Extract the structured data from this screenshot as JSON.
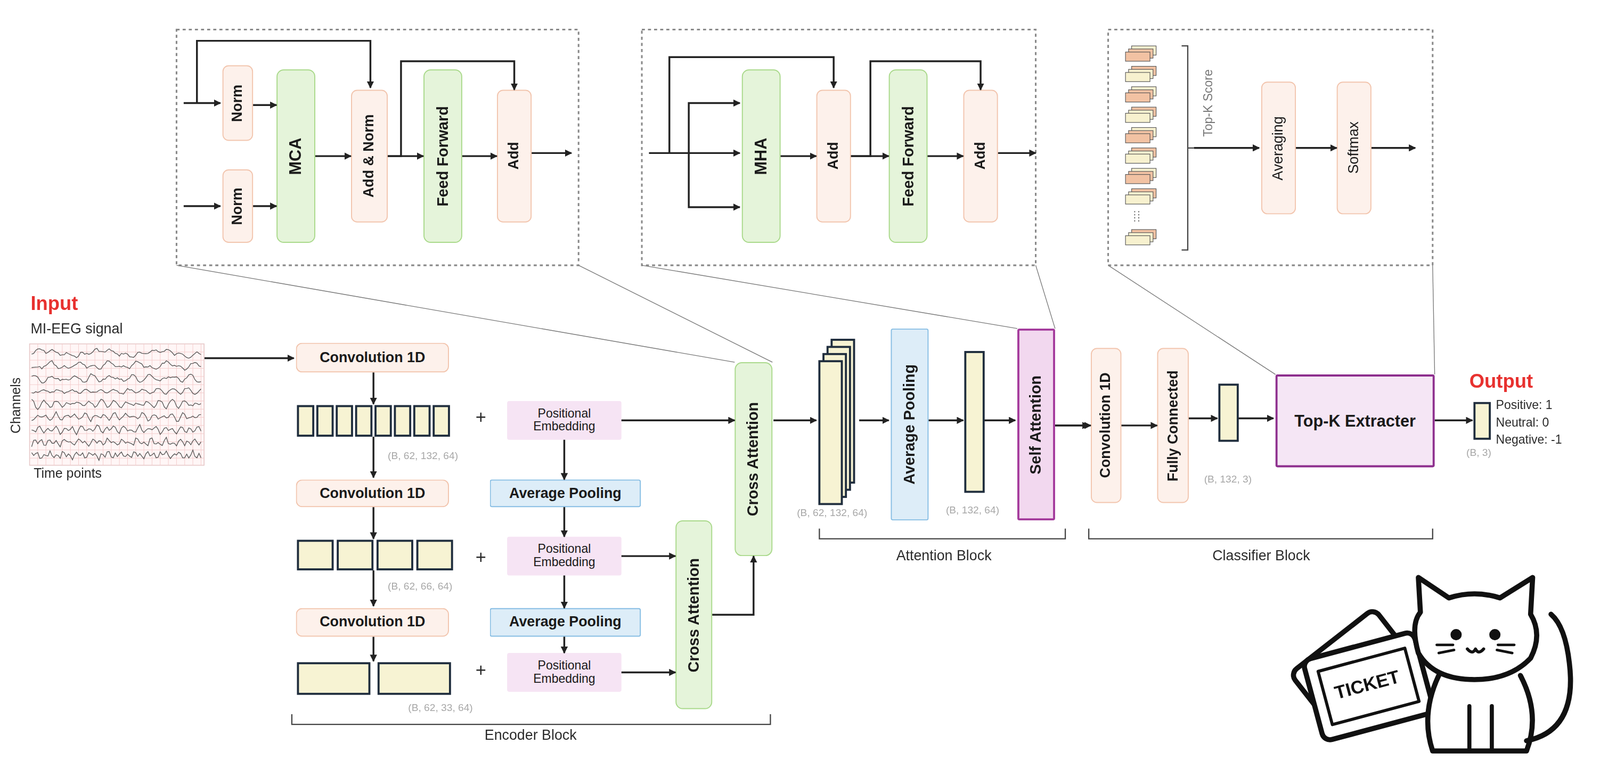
{
  "diagram": {
    "nodes": [
      {
        "text": [
          "Norm"
        ]
      },
      {
        "text": [
          "Norm"
        ]
      },
      {
        "text": [
          "MCA"
        ]
      },
      {
        "text": [
          "Add & Norm"
        ]
      },
      {
        "text": [
          "Feed Forward"
        ]
      },
      {
        "text": [
          "Add"
        ]
      },
      {
        "text": [
          "MHA"
        ]
      },
      {
        "text": [
          "Add"
        ]
      },
      {
        "text": [
          "Feed Forward"
        ]
      },
      {
        "text": [
          "Add"
        ]
      },
      {
        "text": [
          "Averaging"
        ]
      },
      {
        "text": [
          "Softmax"
        ]
      },
      {
        "text": [
          "Convolution 1D"
        ]
      },
      {
        "text": [
          "Positional Embedding"
        ]
      },
      {
        "text": [
          "Convolution 1D"
        ]
      },
      {
        "text": [
          "Average Pooling"
        ]
      },
      {
        "text": [
          "Positional Embedding"
        ]
      },
      {
        "text": [
          "Convolution 1D"
        ]
      },
      {
        "text": [
          "Average Pooling"
        ]
      },
      {
        "text": [
          "Positional Embedding"
        ]
      },
      {
        "text": [
          "Cross Attention"
        ]
      },
      {
        "text": [
          "Cross Attention"
        ]
      },
      {
        "text": [
          "Average Pooling"
        ]
      },
      {
        "text": [
          "Self Attention"
        ]
      },
      {
        "text": [
          "Convolution 1D"
        ]
      },
      {
        "text": [
          "Fully Connected"
        ]
      },
      {
        "text": [
          "Top-K Extracter"
        ]
      }
    ],
    "edges": [
      {
        "from": 0,
        "to": 2,
        "arrow": "to"
      },
      {
        "from": 1,
        "to": 2,
        "arrow": "to"
      },
      {
        "from": 2,
        "to": 3,
        "arrow": "to"
      },
      {
        "from": 3,
        "to": 4,
        "arrow": "to"
      },
      {
        "from": 4,
        "to": 5,
        "arrow": "to"
      },
      {
        "from": 3,
        "to": 5,
        "arrow": "to"
      },
      {
        "from": 6,
        "to": 7,
        "arrow": "to"
      },
      {
        "from": 7,
        "to": 8,
        "arrow": "to"
      },
      {
        "from": 8,
        "to": 9,
        "arrow": "to"
      },
      {
        "from": 7,
        "to": 9,
        "arrow": "to"
      },
      {
        "from": 10,
        "to": 11,
        "arrow": "to"
      },
      {
        "from": 13,
        "to": 15,
        "arrow": "to"
      },
      {
        "from": 15,
        "to": 16,
        "arrow": "to"
      },
      {
        "from": 16,
        "to": 18,
        "arrow": "to"
      },
      {
        "from": 18,
        "to": 19,
        "arrow": "to"
      },
      {
        "from": 13,
        "to": 21,
        "arrow": "to"
      },
      {
        "from": 16,
        "to": 20,
        "arrow": "to"
      },
      {
        "from": 19,
        "to": 20,
        "arrow": "to"
      },
      {
        "from": 20,
        "to": 21,
        "arrow": "to"
      },
      {
        "from": 23,
        "to": 24,
        "arrow": "to"
      },
      {
        "from": 24,
        "to": 25,
        "arrow": "to"
      }
    ],
    "labels": [
      "Top-K Score",
      "Input",
      "MI-EEG signal",
      "Channels",
      "Time points",
      "(B, 62, 132, 64)",
      "+",
      "(B, 62, 66, 64)",
      "+",
      "(B, 62, 33, 64)",
      "+",
      "Encoder Block",
      "(B, 62, 132, 64)",
      "(B, 132, 64)",
      "Attention Block",
      "(B, 132, 3)",
      "Classifier Block",
      "Output",
      "(B, 3)",
      "Positive: 1",
      "Neutral: 0",
      "Negative: -1",
      "TICKET"
    ]
  }
}
